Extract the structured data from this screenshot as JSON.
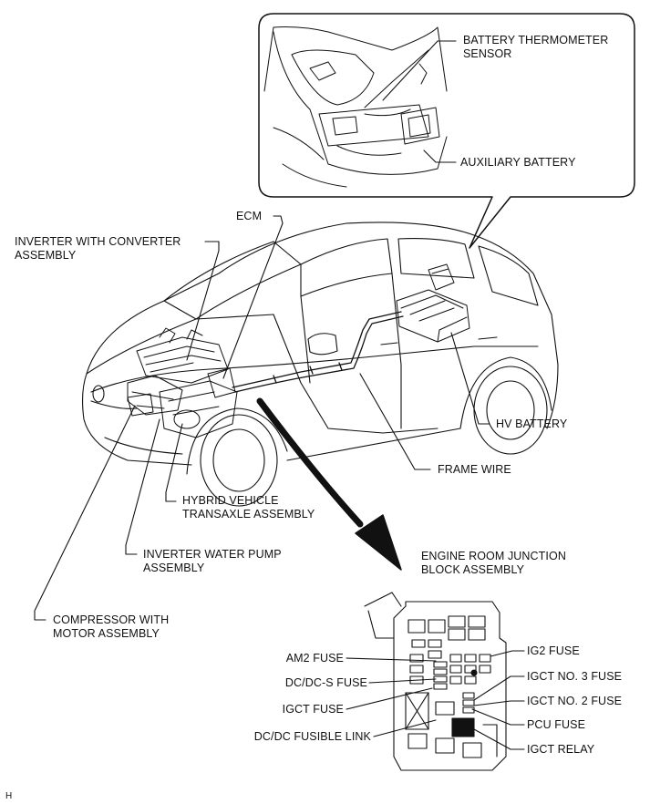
{
  "labels": {
    "battery_thermometer_sensor": [
      "BATTERY THERMOMETER",
      "SENSOR"
    ],
    "auxiliary_battery": [
      "AUXILIARY BATTERY"
    ],
    "ecm": [
      "ECM"
    ],
    "inverter_with_converter": [
      "INVERTER WITH CONVERTER",
      "ASSEMBLY"
    ],
    "hv_battery": [
      "HV BATTERY"
    ],
    "frame_wire": [
      "FRAME WIRE"
    ],
    "hybrid_vehicle_transaxle": [
      "HYBRID VEHICLE",
      "TRANSAXLE ASSEMBLY"
    ],
    "inverter_water_pump": [
      "INVERTER WATER PUMP",
      "ASSEMBLY"
    ],
    "engine_room_junction_block": [
      "ENGINE ROOM JUNCTION",
      "BLOCK ASSEMBLY"
    ],
    "compressor_with_motor": [
      "COMPRESSOR WITH",
      "MOTOR ASSEMBLY"
    ],
    "am2_fuse": [
      "AM2 FUSE"
    ],
    "dc_dc_s_fuse": [
      "DC/DC-S FUSE"
    ],
    "igct_fuse": [
      "IGCT FUSE"
    ],
    "dc_dc_fusible_link": [
      "DC/DC FUSIBLE LINK"
    ],
    "ig2_fuse": [
      "IG2 FUSE"
    ],
    "igct_no3_fuse": [
      "IGCT NO. 3 FUSE"
    ],
    "igct_no2_fuse": [
      "IGCT NO. 2 FUSE"
    ],
    "pcu_fuse": [
      "PCU FUSE"
    ],
    "igct_relay": [
      "IGCT RELAY"
    ]
  },
  "corner_mark": "H",
  "colors": {
    "line": "#111111",
    "background": "#ffffff"
  }
}
